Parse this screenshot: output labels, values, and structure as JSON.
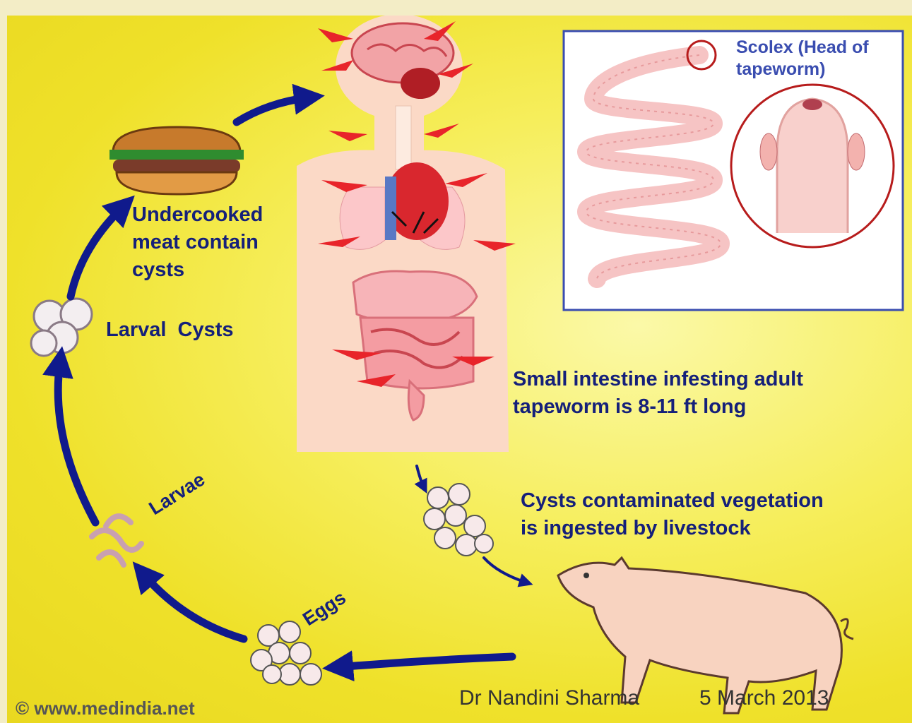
{
  "labels": {
    "undercooked_meat": [
      "Undercooked",
      "meat contain",
      "cysts"
    ],
    "larval_cysts": "Larval  Cysts",
    "larvae": "Larvae",
    "eggs": "Eggs",
    "small_intestine": [
      "Small intestine infesting adult",
      "tapeworm is 8-11 ft long"
    ],
    "cysts_vegetation": [
      "Cysts contaminated vegetation",
      "is ingested by livestock"
    ],
    "scolex": [
      "Scolex (Head of",
      "tapeworm)"
    ]
  },
  "footer": {
    "copyright": "© www.medindia.net",
    "author": "Dr Nandini Sharma",
    "date": "5 March 2013"
  },
  "colors": {
    "label_text": "#15207a",
    "arrow": "#101a8c",
    "pain_marks": "#e8242a",
    "background": "#f3e73a"
  }
}
